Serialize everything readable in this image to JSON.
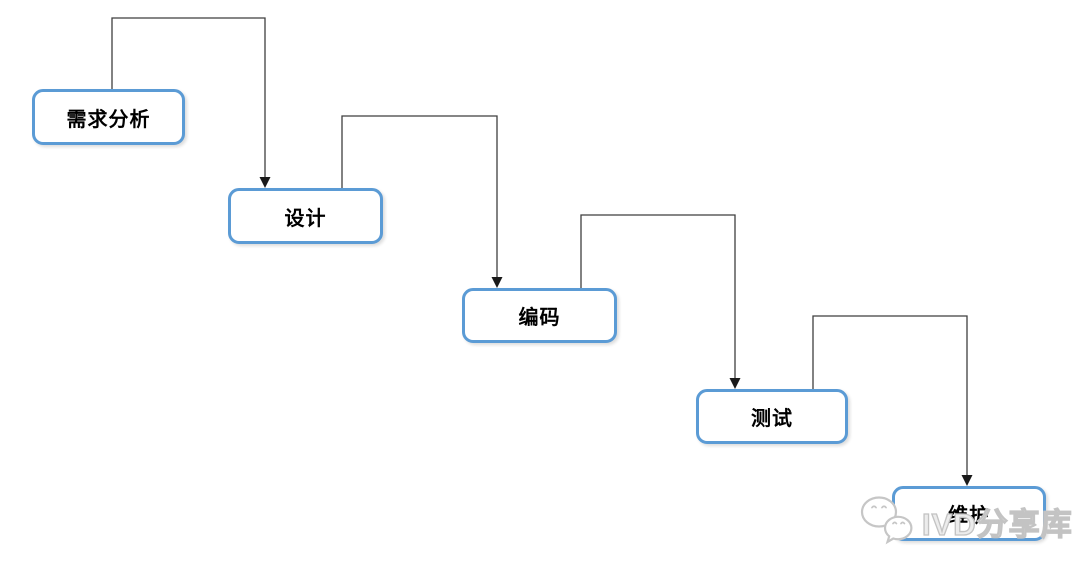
{
  "diagram": {
    "type": "waterfall-flowchart",
    "stages": [
      {
        "label": "需求分析"
      },
      {
        "label": "设计"
      },
      {
        "label": "编码"
      },
      {
        "label": "测试"
      },
      {
        "label": "维护"
      }
    ],
    "flow": [
      {
        "from": "需求分析",
        "to": "设计"
      },
      {
        "from": "设计",
        "to": "编码"
      },
      {
        "from": "编码",
        "to": "测试"
      },
      {
        "from": "测试",
        "to": "维护"
      }
    ],
    "box_border_color": "#5B9BD5",
    "box_fill_color": "#ffffff",
    "text_color": "#000000",
    "connector_color": "#3f3f3f"
  },
  "watermark": {
    "icon": "wechat-icon",
    "text": "IVD分享库",
    "color": "#c3c3c3"
  }
}
